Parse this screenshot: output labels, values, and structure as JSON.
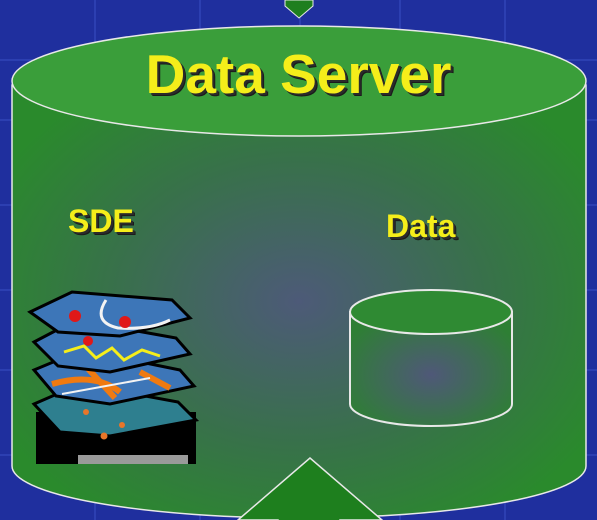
{
  "diagram": {
    "title": "Data Server",
    "components": [
      {
        "label": "SDE",
        "icon": "layered-map-icon"
      },
      {
        "label": "Data",
        "icon": "database-cylinder-icon"
      }
    ],
    "colors": {
      "background": "#1f2f9e",
      "cylinder": "#2f8f2f",
      "cylinder_top": "#3a9e3a",
      "label_text": "#f5ee1a",
      "arrow": "#1e7f1e"
    }
  }
}
